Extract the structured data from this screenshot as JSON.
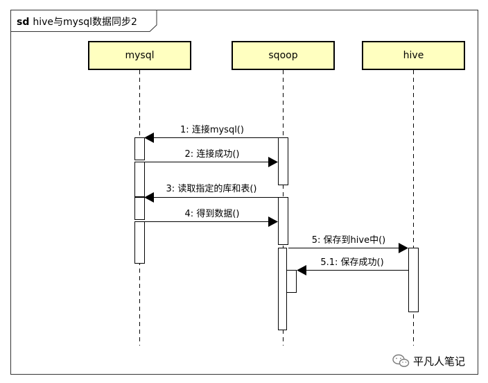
{
  "frame": {
    "keyword": "sd",
    "title": "hive与mysql数据同步2"
  },
  "lifelines": [
    {
      "id": "mysql",
      "label": "mysql"
    },
    {
      "id": "sqoop",
      "label": "sqoop"
    },
    {
      "id": "hive",
      "label": "hive"
    }
  ],
  "messages": [
    {
      "label": "1: 连接mysql()",
      "from": "sqoop",
      "to": "mysql"
    },
    {
      "label": "2: 连接成功()",
      "from": "mysql",
      "to": "sqoop"
    },
    {
      "label": "3: 读取指定的库和表()",
      "from": "sqoop",
      "to": "mysql"
    },
    {
      "label": "4: 得到数据()",
      "from": "mysql",
      "to": "sqoop"
    },
    {
      "label": "5: 保存到hive中()",
      "from": "sqoop",
      "to": "hive"
    },
    {
      "label": "5.1: 保存成功()",
      "from": "hive",
      "to": "sqoop"
    }
  ],
  "watermark": {
    "icon": "wechat-icon",
    "text": "平凡人笔记"
  },
  "colors": {
    "lifeline_fill": "#ffffc0",
    "frame_border": "#333333",
    "line": "#000000"
  }
}
